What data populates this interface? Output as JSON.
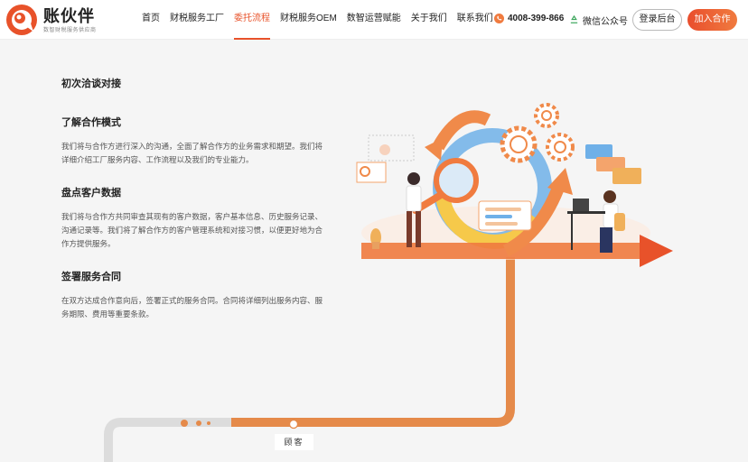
{
  "header": {
    "logo_title": "账伙伴",
    "logo_subtitle": "数智财税服务供应商",
    "nav": [
      {
        "label": "首页"
      },
      {
        "label": "财税服务工厂"
      },
      {
        "label": "委托流程"
      },
      {
        "label": "财税服务OEM"
      },
      {
        "label": "数智运营赋能"
      },
      {
        "label": "关于我们"
      },
      {
        "label": "联系我们"
      }
    ],
    "active_nav": "委托流程",
    "phone": "4008-399-866",
    "wechat": "微信公众号",
    "login_label": "登录后台",
    "join_label": "加入合作"
  },
  "main": {
    "intro_title": "初次洽谈对接",
    "sections": [
      {
        "title": "了解合作模式",
        "desc": "我们将与合作方进行深入的沟通，全面了解合作方的业务需求和期望。我们将详细介绍工厂服务内容、工作流程以及我们的专业能力。"
      },
      {
        "title": "盘点客户数据",
        "desc": "我们将与合作方共同审查其现有的客户数据，客户基本信息、历史服务记录、沟通记录等。我们将了解合作方的客户管理系统和对接习惯，以便更好地为合作方提供服务。"
      },
      {
        "title": "签署服务合同",
        "desc": "在双方达成合作意向后，签署正式的服务合同。合同将详细列出服务内容、服务期限、费用等重要条款。"
      }
    ],
    "road_label": "顾客"
  },
  "colors": {
    "accent": "#e8522a",
    "road": "#e58a4a",
    "road_gray": "#dcdcdc"
  }
}
